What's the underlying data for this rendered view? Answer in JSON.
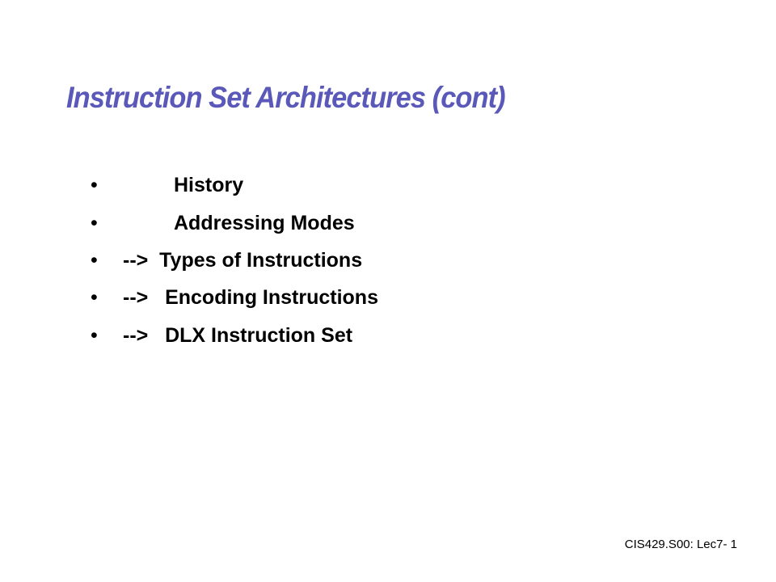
{
  "slide": {
    "title": "Instruction Set Architectures (cont)",
    "bullet_glyph": "•",
    "bullets": [
      {
        "text": "History"
      },
      {
        "text": "Addressing Modes"
      },
      {
        "text": "-->  Types of Instructions"
      },
      {
        "text": "-->   Encoding Instructions"
      },
      {
        "text": "-->   DLX Instruction Set"
      }
    ],
    "footer": "CIS429.S00: Lec7- 1",
    "colors": {
      "title": "#5a58b8",
      "text": "#000000",
      "background": "#ffffff"
    }
  }
}
